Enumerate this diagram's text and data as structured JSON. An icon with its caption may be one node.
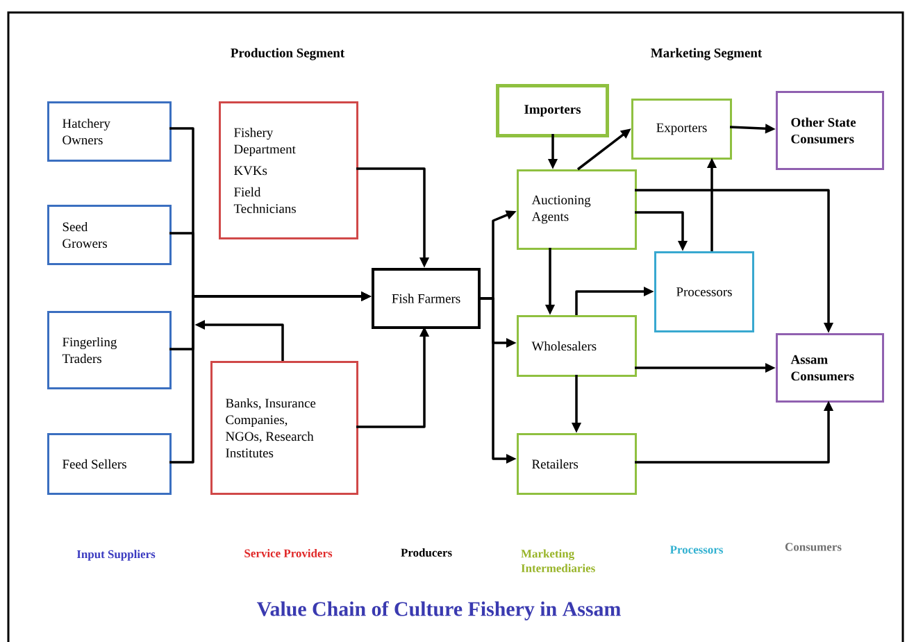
{
  "diagram": {
    "title": "Value Chain of Culture Fishery in Assam",
    "nodes": [
      {
        "text": [
          "Hatchery Owners"
        ]
      },
      {
        "text": [
          "Seed Growers"
        ]
      },
      {
        "text": [
          "Fingerling Traders"
        ]
      },
      {
        "text": [
          "Feed Sellers"
        ]
      },
      {
        "text": [
          "Fishery Department",
          "KVKs",
          "Field Technicians"
        ]
      },
      {
        "text": [
          "Banks, Insurance Companies, NGOs, Research Institutes"
        ]
      },
      {
        "text": [
          "Fish Farmers"
        ]
      },
      {
        "text": [
          "Importers"
        ]
      },
      {
        "text": [
          "Exporters"
        ]
      },
      {
        "text": [
          "Other State Consumers"
        ]
      },
      {
        "text": [
          "Auctioning Agents"
        ]
      },
      {
        "text": [
          "Processors"
        ]
      },
      {
        "text": [
          "Wholesalers"
        ]
      },
      {
        "text": [
          "Assam Consumers"
        ]
      },
      {
        "text": [
          "Retailers"
        ]
      }
    ],
    "edges": [
      {
        "from": 0,
        "to": 6,
        "arrow": "to"
      },
      {
        "from": 1,
        "to": 6,
        "arrow": "to"
      },
      {
        "from": 2,
        "to": 6,
        "arrow": "to"
      },
      {
        "from": 3,
        "to": 6,
        "arrow": "to"
      },
      {
        "from": 4,
        "to": 6,
        "arrow": "to"
      },
      {
        "from": 5,
        "to": 6,
        "arrow": "to"
      },
      {
        "from": 5,
        "to": null,
        "arrow": "to"
      },
      {
        "from": 6,
        "to": 10,
        "arrow": "to"
      },
      {
        "from": 6,
        "to": 12,
        "arrow": "to"
      },
      {
        "from": 6,
        "to": 14,
        "arrow": "to"
      },
      {
        "from": 7,
        "to": 10,
        "arrow": "to"
      },
      {
        "from": 10,
        "to": 8,
        "arrow": "to"
      },
      {
        "from": 8,
        "to": 9,
        "arrow": "to"
      },
      {
        "from": 10,
        "to": 13,
        "arrow": "to"
      },
      {
        "from": 10,
        "to": 11,
        "arrow": "to"
      },
      {
        "from": 12,
        "to": 11,
        "arrow": "to"
      },
      {
        "from": 11,
        "to": 8,
        "arrow": "to"
      },
      {
        "from": 12,
        "to": 13,
        "arrow": "to"
      },
      {
        "from": 12,
        "to": 14,
        "arrow": "to"
      },
      {
        "from": 14,
        "to": 13,
        "arrow": "to"
      },
      {
        "from": 10,
        "to": 12,
        "arrow": "to"
      }
    ],
    "labels": [
      "Production Segment",
      "Marketing Segment"
    ],
    "legend": [
      {
        "text": "Input Suppliers",
        "color": "#3a3ac0"
      },
      {
        "text": "Service Providers",
        "color": "#e02828"
      },
      {
        "text": "Producers",
        "color": "#000000"
      },
      {
        "text": "Marketing Intermediaries",
        "color": "#98b428"
      },
      {
        "text": "Processors",
        "color": "#30b0d0"
      },
      {
        "text": "Consumers",
        "color": "#707070"
      }
    ]
  }
}
